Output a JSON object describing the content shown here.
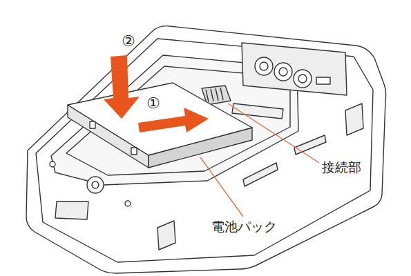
{
  "diagram": {
    "labels": [
      "②",
      "①",
      "接続部",
      "電池パック"
    ]
  }
}
